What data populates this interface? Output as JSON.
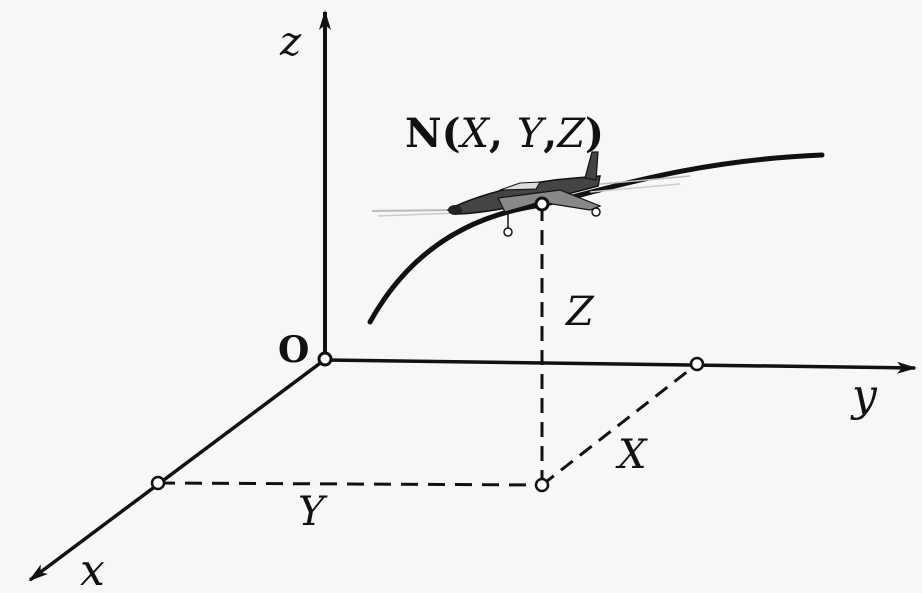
{
  "diagram": {
    "axis_labels": {
      "z": "z",
      "y": "y",
      "x": "x"
    },
    "origin_label": "O",
    "point_label": {
      "prefix": "N(",
      "x": "X",
      "sep1": ", ",
      "y": "Y",
      "sep2": ",",
      "z": "Z",
      "suffix": ")"
    },
    "measure_labels": {
      "height": "Z",
      "x_distance": "X",
      "y_distance": "Y"
    },
    "colors": {
      "ink": "#111111",
      "background": "#f7f7f5",
      "plane_ghost": "#bdbdbd"
    },
    "icons": [
      "airplane-icon"
    ]
  }
}
